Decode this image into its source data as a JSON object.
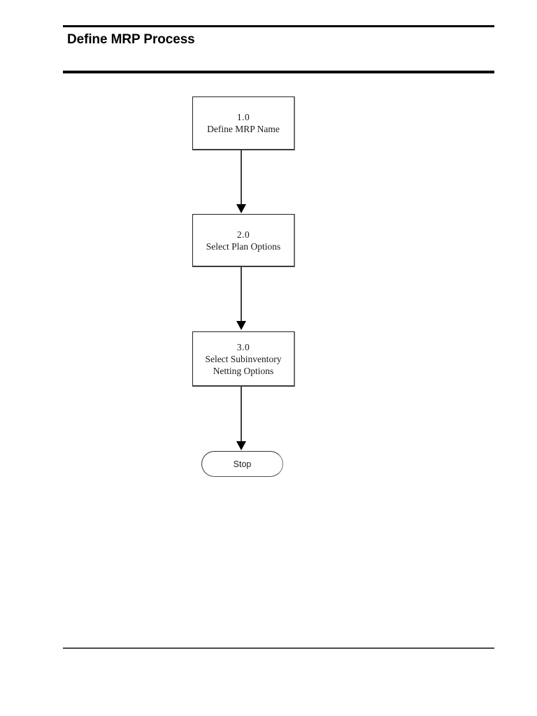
{
  "document": {
    "title": "Define MRP Process"
  },
  "chart_data": {
    "type": "diagram",
    "diagram_kind": "flowchart",
    "title": "Define MRP Process",
    "orientation": "top-to-bottom",
    "nodes": [
      {
        "id": "1.0",
        "shape": "rectangle",
        "number": "1.0",
        "lines": [
          "Define MRP Name"
        ],
        "text": "1.0 Define MRP Name"
      },
      {
        "id": "2.0",
        "shape": "rectangle",
        "number": "2.0",
        "lines": [
          "Select Plan Options"
        ],
        "text": "2.0 Select Plan Options"
      },
      {
        "id": "3.0",
        "shape": "rectangle",
        "number": "3.0",
        "lines": [
          "Select Subinventory",
          "Netting Options"
        ],
        "text": "3.0 Select Subinventory Netting Options"
      },
      {
        "id": "stop",
        "shape": "terminator",
        "number": "",
        "lines": [
          "Stop"
        ],
        "text": "Stop"
      }
    ],
    "edges": [
      {
        "from": "1.0",
        "to": "2.0",
        "label": "",
        "arrow": "filled-triangle"
      },
      {
        "from": "2.0",
        "to": "3.0",
        "label": "",
        "arrow": "filled-triangle"
      },
      {
        "from": "3.0",
        "to": "stop",
        "label": "",
        "arrow": "filled-triangle"
      }
    ],
    "colors": {
      "page_background": "#ffffff",
      "node_border": "#222222",
      "node_fill": "#ffffff",
      "connector": "#3d3d3d",
      "arrowhead": "#000000",
      "rule_primary": "#000000",
      "rule_footer": "#4a4a4a",
      "text": "#1a1a1a"
    }
  }
}
